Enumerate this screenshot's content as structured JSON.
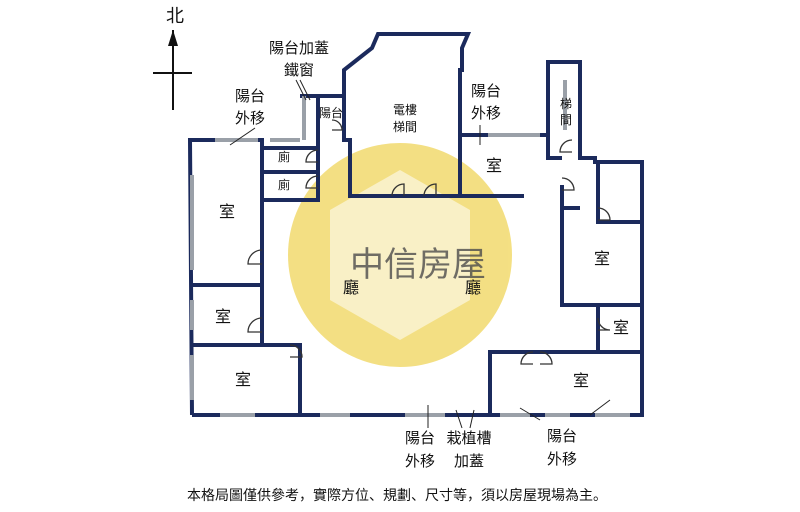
{
  "compass": {
    "label": "北"
  },
  "rooms": {
    "elevator": "電樓\n梯間",
    "balcony_small": "陽台",
    "toilet1": "廁",
    "toilet2": "廁",
    "stair": "梯\n間",
    "room_nw": "室",
    "room_w": "室",
    "room_sw": "室",
    "room_ne_top": "室",
    "room_e": "室",
    "room_e_small": "室",
    "room_se": "室",
    "hall_left": "廳",
    "hall_right": "廳"
  },
  "annotations": {
    "balcony_iron_window": "陽台加蓋\n鐵窗",
    "balcony_move_nw": "陽台\n外移",
    "balcony_move_ne": "陽台\n外移",
    "balcony_move_s": "陽台\n外移",
    "planter_cover": "栽植槽\n加蓋",
    "balcony_move_se": "陽台\n外移"
  },
  "footer": {
    "disclaimer": "本格局圖僅供參考，實際方位、規劃、尺寸等，須以房屋現場為主。"
  },
  "watermark": {
    "text": "中信房屋"
  },
  "colors": {
    "wall": "#1b2a5c",
    "watermark": "#f0d55a"
  }
}
